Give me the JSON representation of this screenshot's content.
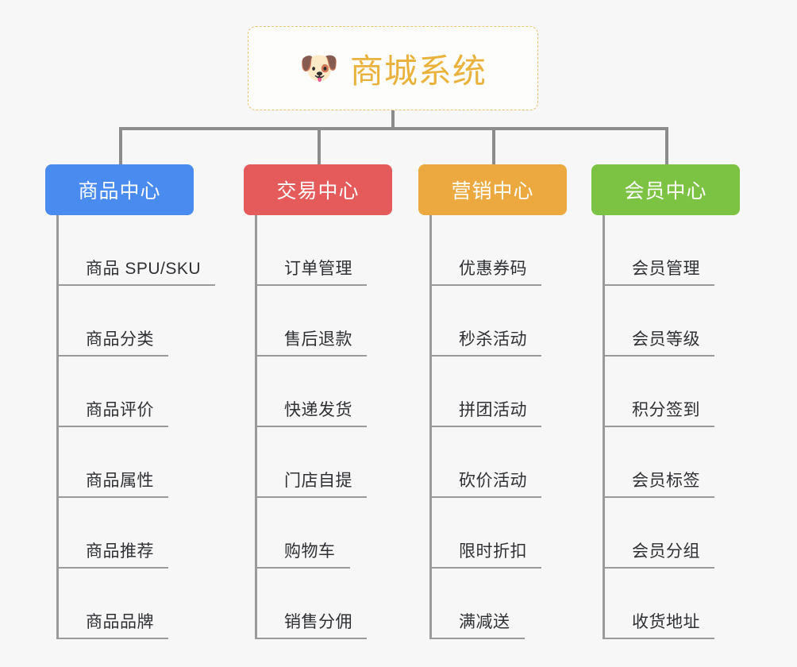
{
  "background_color": "#f7f7f7",
  "root": {
    "icon": "dog-face-emoji",
    "icon_glyph": "🐶",
    "title": "商城系统",
    "title_color": "#e9b23c",
    "border_color": "#e8c173",
    "fill_color": "#fdfdfb"
  },
  "connector_color": "#8c8c8c",
  "branches": [
    {
      "title": "商品中心",
      "color": "#4a8bf0",
      "text_color": "#ffffff",
      "items": [
        "商品 SPU/SKU",
        "商品分类",
        "商品评价",
        "商品属性",
        "商品推荐",
        "商品品牌"
      ]
    },
    {
      "title": "交易中心",
      "color": "#e55a5a",
      "text_color": "#ffffff",
      "items": [
        "订单管理",
        "售后退款",
        "快递发货",
        "门店自提",
        "购物车",
        "销售分佣"
      ]
    },
    {
      "title": "营销中心",
      "color": "#eba93f",
      "text_color": "#ffffff",
      "items": [
        "优惠券码",
        "秒杀活动",
        "拼团活动",
        "砍价活动",
        "限时折扣",
        "满减送"
      ]
    },
    {
      "title": "会员中心",
      "color": "#7cc243",
      "text_color": "#ffffff",
      "items": [
        "会员管理",
        "会员等级",
        "积分签到",
        "会员标签",
        "会员分组",
        "收货地址"
      ]
    }
  ]
}
